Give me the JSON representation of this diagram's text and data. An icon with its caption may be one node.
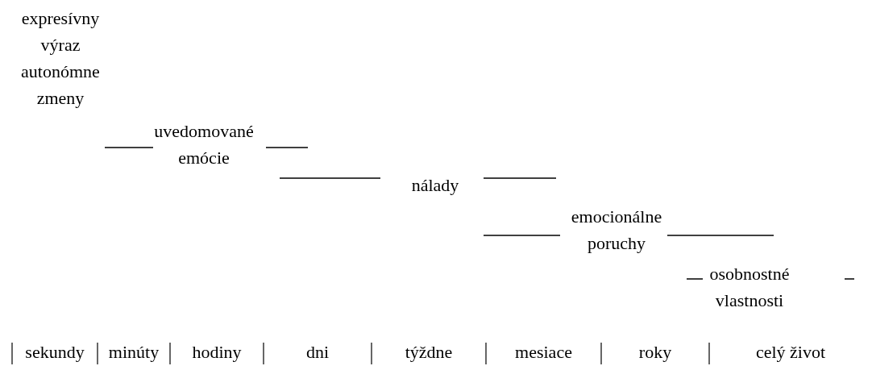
{
  "diagram": {
    "labels": [
      "expresívny výraz",
      "autonómne zmeny",
      "uvedomované emócie",
      "nálady",
      "emocionálne poruchy",
      "osobnostné vlastnosti",
      "sekundy",
      "minúty",
      "hodiny",
      "dni",
      "týždne",
      "mesiace",
      "roky",
      "celý život"
    ]
  }
}
